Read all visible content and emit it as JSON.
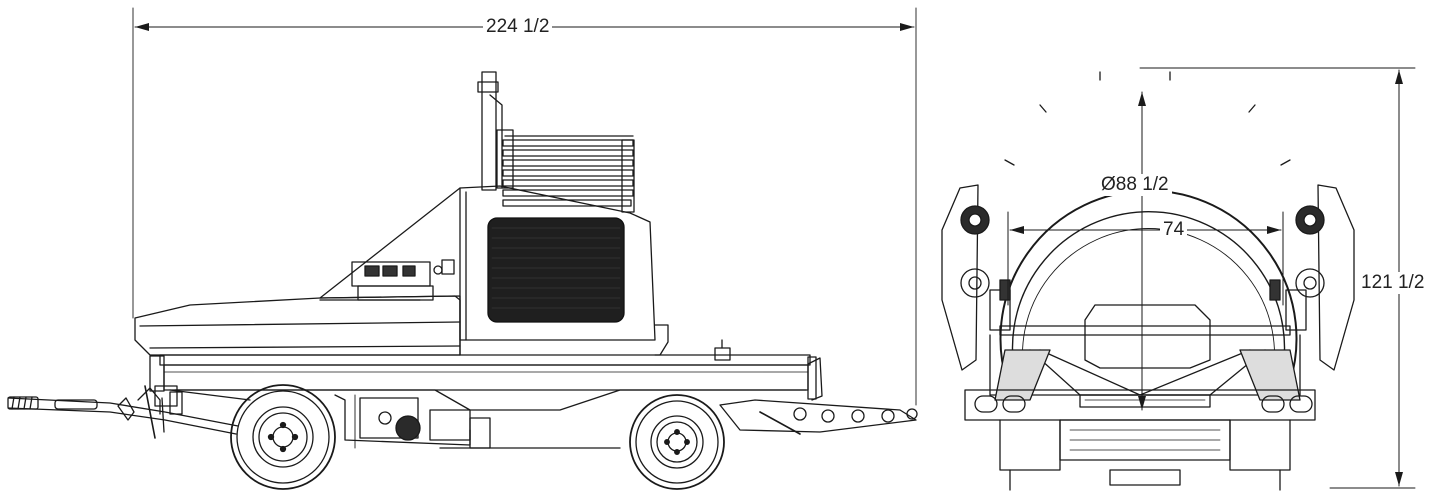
{
  "dimensions": {
    "overall_length": "224 1/2",
    "ring_diameter": "Ø88 1/2",
    "inner_width": "74",
    "overall_height": "121 1/2"
  },
  "views": [
    "side-view",
    "rear-view"
  ],
  "line_color": "#1a1a1a",
  "background_color": "#ffffff"
}
